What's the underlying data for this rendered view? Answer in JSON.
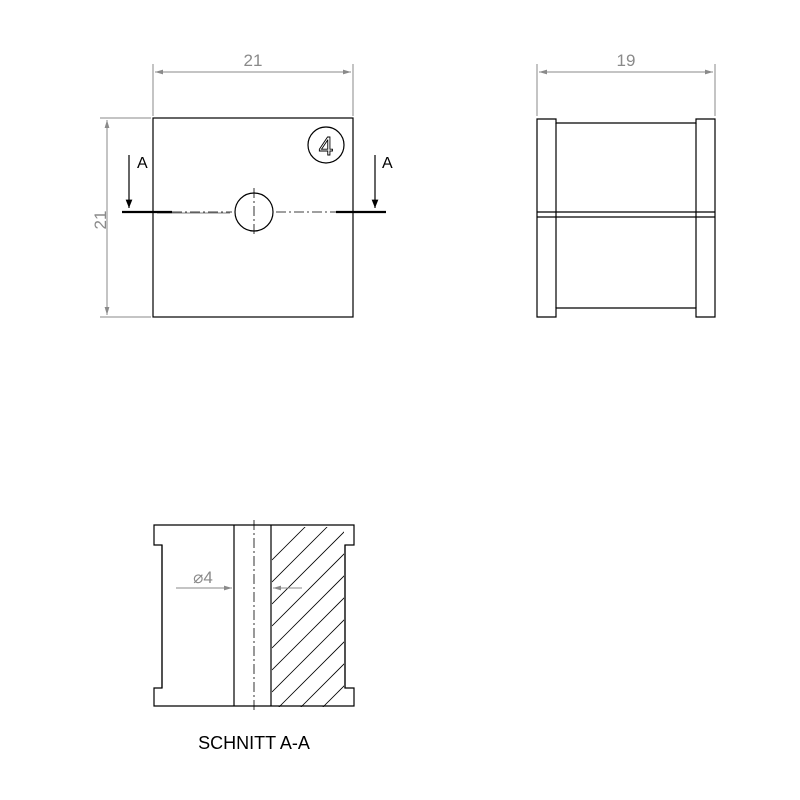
{
  "front_view": {
    "width_dim": "21",
    "height_dim": "21",
    "part_number": "4",
    "section_mark_left": "A",
    "section_mark_right": "A"
  },
  "side_view": {
    "width_dim": "19"
  },
  "section_view": {
    "hole_dim": "⌀4",
    "caption": "SCHNITT A-A"
  }
}
